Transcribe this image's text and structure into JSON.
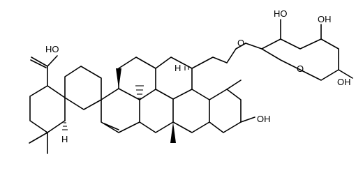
{
  "labels": {
    "cooh": "HO",
    "ring_h_top": "H",
    "ring_h_bottom": "H",
    "glycosidic_o": "O",
    "ring_o": "O",
    "oh_2": "HO",
    "oh_3": "OH",
    "oh_4": "OH",
    "oh_c3": "OH"
  }
}
